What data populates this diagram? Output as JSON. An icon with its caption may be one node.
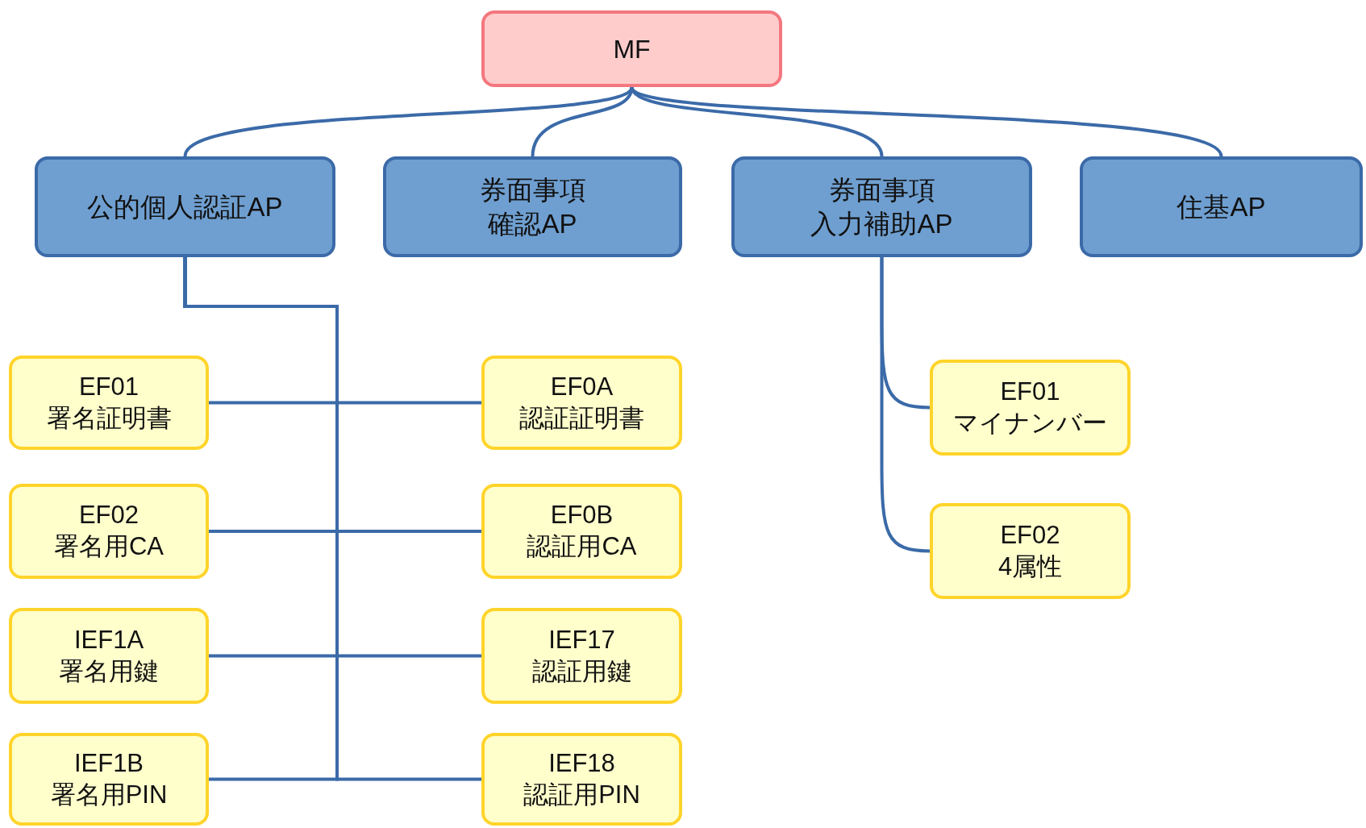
{
  "diagram": {
    "nodes": [
      {
        "text": [
          "MF"
        ]
      },
      {
        "text": [
          "公的個人認証AP"
        ]
      },
      {
        "text": [
          "券面事項確認AP"
        ]
      },
      {
        "text": [
          "券面事項入力補助AP"
        ]
      },
      {
        "text": [
          "住基AP"
        ]
      },
      {
        "text": [
          "EF01 署名証明書"
        ]
      },
      {
        "text": [
          "EF0A 認証証明書"
        ]
      },
      {
        "text": [
          "EF02 署名用CA"
        ]
      },
      {
        "text": [
          "EF0B 認証用CA"
        ]
      },
      {
        "text": [
          "IEF1A 署名用鍵"
        ]
      },
      {
        "text": [
          "IEF17 認証用鍵"
        ]
      },
      {
        "text": [
          "IEF1B 署名用PIN"
        ]
      },
      {
        "text": [
          "IEF18 認証用PIN"
        ]
      },
      {
        "text": [
          "EF01 マイナンバー"
        ]
      },
      {
        "text": [
          "EF02 4属性"
        ]
      }
    ],
    "edges": [
      {
        "from": 0,
        "to": 1,
        "arrow": "none"
      },
      {
        "from": 0,
        "to": 2,
        "arrow": "none"
      },
      {
        "from": 0,
        "to": 3,
        "arrow": "none"
      },
      {
        "from": 0,
        "to": 4,
        "arrow": "none"
      },
      {
        "from": 1,
        "to": 5,
        "arrow": "none"
      },
      {
        "from": 1,
        "to": 6,
        "arrow": "none"
      },
      {
        "from": 1,
        "to": 7,
        "arrow": "none"
      },
      {
        "from": 1,
        "to": 8,
        "arrow": "none"
      },
      {
        "from": 1,
        "to": 9,
        "arrow": "none"
      },
      {
        "from": 1,
        "to": 10,
        "arrow": "none"
      },
      {
        "from": 1,
        "to": 11,
        "arrow": "none"
      },
      {
        "from": 1,
        "to": 12,
        "arrow": "none"
      },
      {
        "from": 3,
        "to": 13,
        "arrow": "none"
      },
      {
        "from": 3,
        "to": 14,
        "arrow": "none"
      }
    ]
  }
}
